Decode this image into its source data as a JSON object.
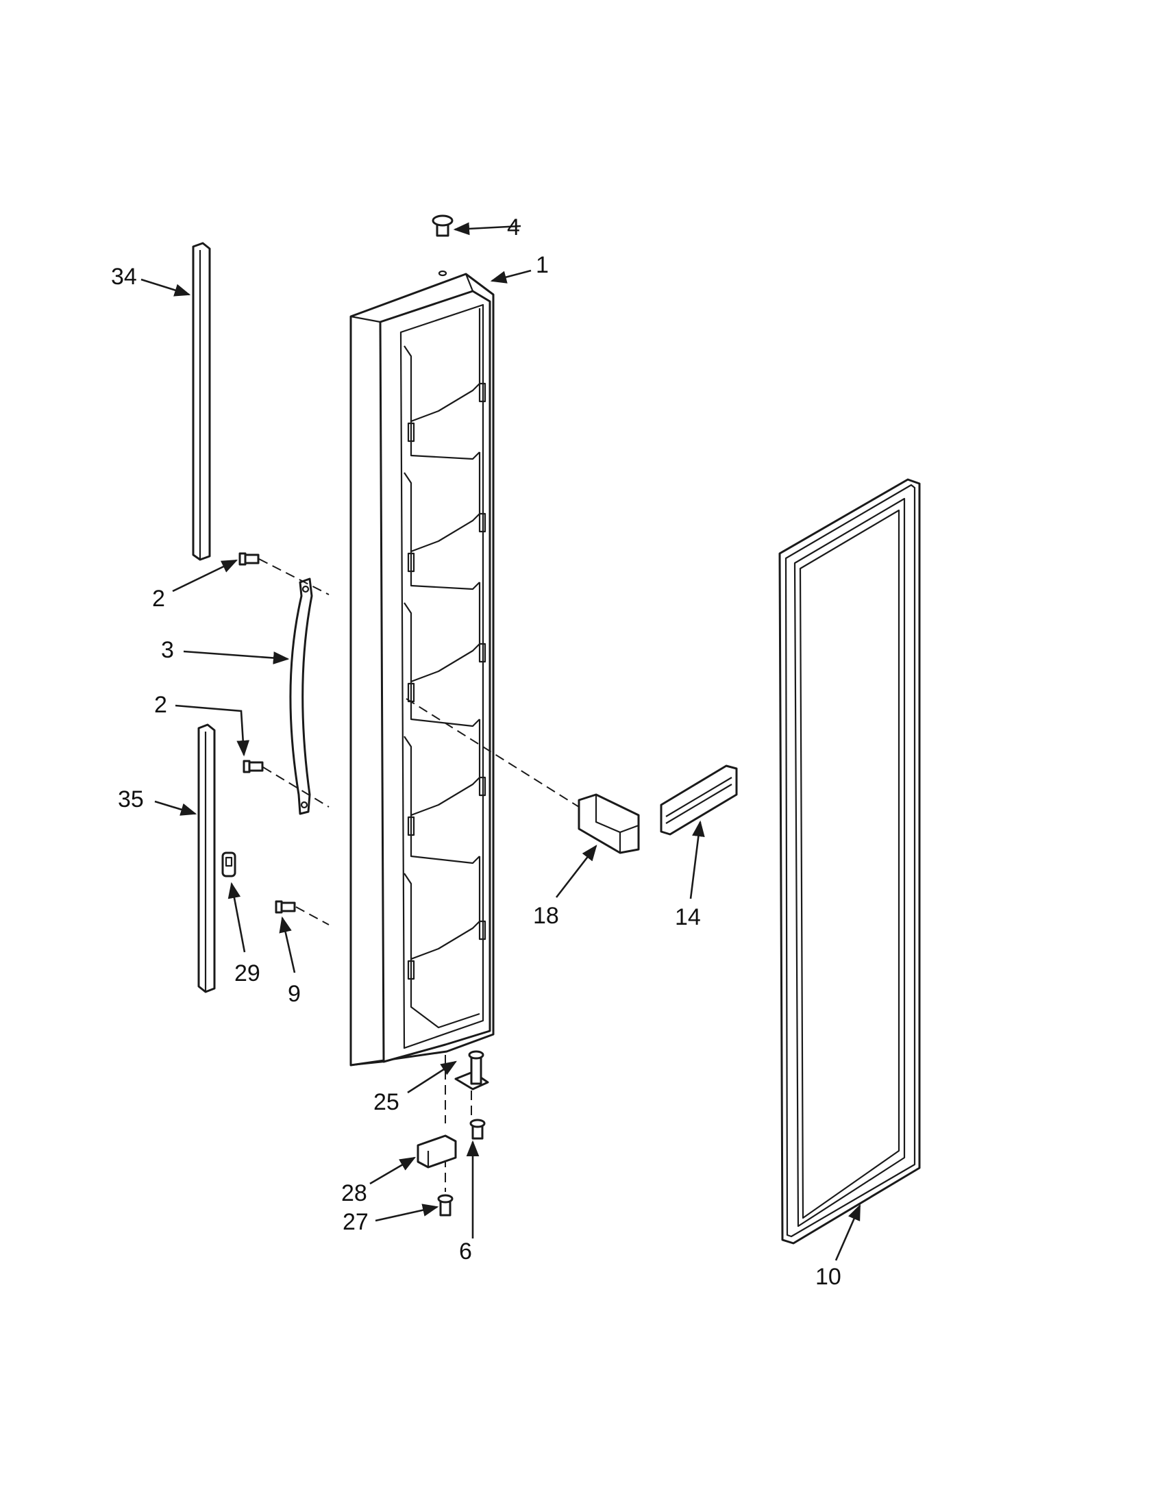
{
  "colors": {
    "ink": "#1a1a1a",
    "background": "#ffffff"
  },
  "callouts": {
    "c1": "1",
    "c2a": "2",
    "c2b": "2",
    "c3": "3",
    "c4": "4",
    "c6": "6",
    "c9": "9",
    "c10": "10",
    "c14": "14",
    "c18": "18",
    "c25": "25",
    "c27": "27",
    "c28": "28",
    "c29": "29",
    "c34": "34",
    "c35": "35"
  }
}
